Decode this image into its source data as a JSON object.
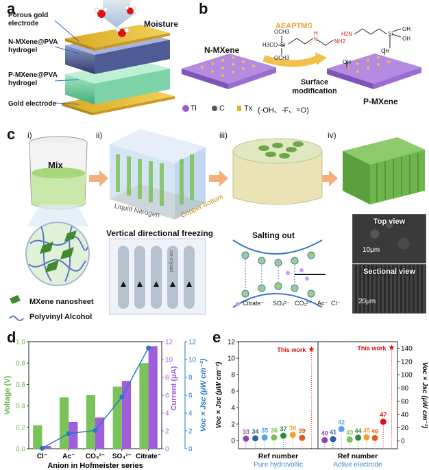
{
  "panels": {
    "a": {
      "letter": "a",
      "labels": {
        "porous_electrode": "Porous gold electrode",
        "n_hydrogel": "N-MXene@PVA hydrogel",
        "p_hydrogel": "P-MXene@PVA hydrogel",
        "gold_electrode": "Gold electrode",
        "moisture": "Moisture"
      }
    },
    "b": {
      "letter": "b",
      "n_mxene": "N-MXene",
      "p_mxene": "P-MXene",
      "reagent": "AEAPTMS",
      "arrow_label": "Surface modification",
      "legend": {
        "ti": "Ti",
        "c": "C",
        "tx": "Tx",
        "tx_groups": "(-OH、-F、=O)"
      },
      "chem": {
        "och3": "OCH3",
        "h3co": "H3CO",
        "si": "Si",
        "nh": "N",
        "h": "H",
        "nh2": "NH2",
        "oh": "OH",
        "h2n": "H2N"
      }
    },
    "c": {
      "letter": "c",
      "steps": [
        "i)",
        "ii)",
        "iii)",
        "iv)"
      ],
      "mix": "Mix",
      "liquid_nitrogen": "Liquid Nitrogen",
      "copper_bottom": "Copper Bottom",
      "vertical_freezing": "Vertical directional freezing",
      "ice_crystal": "ice crystal",
      "salting_out": "Salting out",
      "ions": [
        "Citrate⁻",
        "SO₄²⁻",
        "CO₃²⁻",
        "Ac⁻",
        "Cl⁻"
      ],
      "legend_mxene": "MXene nanosheet",
      "legend_pva": "Polyvinyl Alcohol",
      "top_view": "Top view",
      "top_scale": "10μm",
      "sectional_view": "Sectional view",
      "sectional_scale": "20μm"
    },
    "d": {
      "letter": "d"
    },
    "e": {
      "letter": "e"
    }
  },
  "chart_data": [
    {
      "type": "bar",
      "panel": "d",
      "xlabel": "Anion in Hofmeister series",
      "categories": [
        "Cl⁻",
        "Ac⁻",
        "CO₃²⁻",
        "SO₄²⁻",
        "Citrate⁻"
      ],
      "series": [
        {
          "name": "Voltage (V)",
          "axis": "left",
          "kind": "bar",
          "color": "#7ac35b",
          "values": [
            0.22,
            0.48,
            0.5,
            0.58,
            0.8
          ]
        },
        {
          "name": "Current (μA)",
          "axis": "right1",
          "kind": "bar",
          "color": "#a05ddc",
          "values": [
            0.3,
            3.0,
            3.5,
            7.6,
            11.5
          ]
        },
        {
          "name": "Voc × Jsc (μW cm⁻²)",
          "axis": "right2",
          "kind": "line",
          "color": "#2677c9",
          "values": [
            0.05,
            1.7,
            2.05,
            5.8,
            11.3
          ]
        }
      ],
      "axes": {
        "left": {
          "label": "Voltage (V)",
          "range": [
            0,
            1.0
          ],
          "ticks": [
            "0.0",
            "0.2",
            "0.4",
            "0.6",
            "0.8",
            "1.0"
          ],
          "color": "#6bb54a"
        },
        "right1": {
          "label": "Current (μA)",
          "range": [
            0,
            12
          ],
          "ticks": [
            "0",
            "2",
            "4",
            "6",
            "8",
            "10",
            "12"
          ],
          "color": "#a05ddc"
        },
        "right2": {
          "label": "Voc × Jsc (μW cm⁻²)",
          "range": [
            0,
            12
          ],
          "ticks": [
            "0",
            "2",
            "4",
            "6",
            "8",
            "10",
            "12"
          ],
          "color": "#2677c9"
        }
      }
    },
    {
      "type": "scatter",
      "panel": "e",
      "xlabel": "Ref number",
      "groups": [
        {
          "name": "Pure hydrovoltic",
          "axis": "left",
          "refs": [
            "33",
            "34",
            "35",
            "36",
            "37",
            "38",
            "39"
          ],
          "values": [
            0.22,
            0.26,
            0.36,
            0.36,
            0.58,
            0.68,
            0.32
          ],
          "colors": [
            "#8e44ad",
            "#2e5ea8",
            "#5ea0e0",
            "#7fbf5a",
            "#2e8b3e",
            "#f0a030",
            "#e05a20"
          ],
          "this_work": {
            "label": "This work",
            "value": 11.1,
            "color": "#e01010"
          }
        },
        {
          "name": "Active electrode",
          "axis": "right",
          "refs": [
            "40",
            "41",
            "42",
            "43",
            "44",
            "45",
            "46",
            "47"
          ],
          "values": [
            1.2,
            2.8,
            18,
            2.2,
            5.0,
            5.6,
            4.5,
            29
          ],
          "colors": [
            "#8e44ad",
            "#2e5ea8",
            "#5ea0e0",
            "#7fbf5a",
            "#2e8b3e",
            "#f0a030",
            "#e05a20",
            "#e01010"
          ],
          "this_work": {
            "label": "This work",
            "value": 141,
            "color": "#e01010"
          }
        }
      ],
      "axes": {
        "left": {
          "label": "Voc × Jsc (μW cm⁻²)",
          "range": [
            -1,
            12
          ],
          "ticks": [
            "0",
            "2",
            "4",
            "6",
            "8",
            "10",
            "12"
          ]
        },
        "right": {
          "label": "Voc × Jsc (μW cm⁻²)",
          "range": [
            -11.7,
            150
          ],
          "ticks": [
            "0",
            "20",
            "40",
            "60",
            "80",
            "100",
            "120",
            "140"
          ]
        }
      }
    }
  ]
}
